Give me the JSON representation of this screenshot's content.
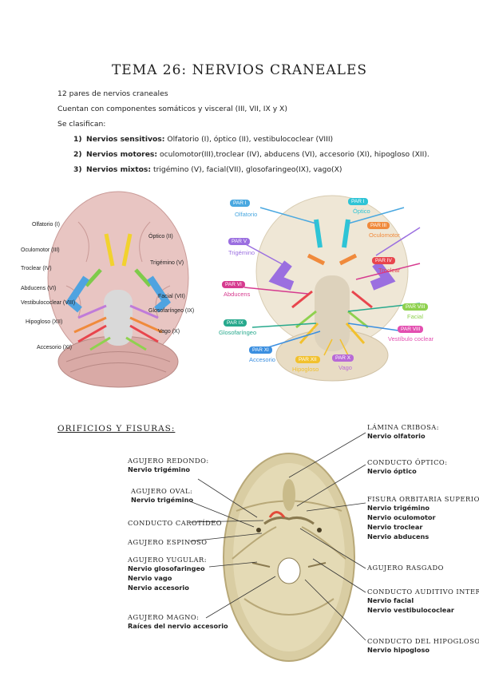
{
  "title": "TEMA 26: NERVIOS CRANEALES",
  "intro": {
    "line1": "12 pares de nervios craneales",
    "line2": "Cuentan con componentes somáticos y visceral (III, VII, IX y X)",
    "line3": "Se clasifican:"
  },
  "classification": [
    {
      "num": "1)",
      "label": "Nervios sensitivos:",
      "text": " Olfatorio (I), óptico (II), vestibulococlear (VIII)"
    },
    {
      "num": "2)",
      "label": "Nervios motores:",
      "text": " oculomotor(III),troclear (IV), abducens (VI), accesorio (XI), hipogloso (XII)."
    },
    {
      "num": "3)",
      "label": "Nervios mixtos:",
      "text": " trigémino (V), facial(VII), glosofaringeo(IX), vago(X)"
    }
  ],
  "left_figure": {
    "labels": {
      "olfatorio": "Olfatorio (I)",
      "optico": "Óptico (II)",
      "oculomotor": "Oculomotor (III)",
      "troclear": "Troclear (IV)",
      "trigemino": "Trigémino (V)",
      "abducens": "Abducens (VI)",
      "vestibulococlear": "Vestibulococlear (VIII)",
      "facial": "Facial (VII)",
      "glosofaringeo": "Glosofaríngeo (IX)",
      "hipogloso": "Hipogloso (XII)",
      "vago": "Vago (X)",
      "accesorio": "Accesorio (XI)"
    }
  },
  "right_figure": {
    "pairs": [
      {
        "key": "p1",
        "pill": "PAR I",
        "name": "Óptico",
        "color": "#2ec4d6"
      },
      {
        "key": "p2",
        "pill": "PAR I",
        "name": "Olfatorio",
        "color": "#4aa8e0"
      },
      {
        "key": "p3",
        "pill": "PAR III",
        "name": "Oculomotor",
        "color": "#f08a3c"
      },
      {
        "key": "p5",
        "pill": "PAR V",
        "name": "Trigémino",
        "color": "#9b6fe0"
      },
      {
        "key": "p4",
        "pill": "PAR IV",
        "name": "Troclear",
        "color": "#e8454d"
      },
      {
        "key": "p6",
        "pill": "PAR VI",
        "name": "Abducens",
        "color": "#d63b8f"
      },
      {
        "key": "p8",
        "pill": "PAR VIII",
        "name": "Facial",
        "color": "#8fd14f"
      },
      {
        "key": "p9",
        "pill": "PAR IX",
        "name": "Glosofaríngeo",
        "color": "#27a98d"
      },
      {
        "key": "p10",
        "pill": "PAR VIII",
        "name": "Vestíbulo coclear",
        "color": "#e34fb0"
      },
      {
        "key": "p11",
        "pill": "PAR XI",
        "name": "Accesorio",
        "color": "#3b8fe0"
      },
      {
        "key": "p12",
        "pill": "PAR XII",
        "name": "Hipogloso",
        "color": "#f2c12e"
      },
      {
        "key": "p13",
        "pill": "PAR X",
        "name": "Vago",
        "color": "#b86ad6"
      }
    ]
  },
  "section_title": "ORIFICIOS Y FISURAS:",
  "skull_labels": {
    "redondo": {
      "h": "AGUJERO REDONDO:",
      "n": [
        "Nervio trigémino"
      ]
    },
    "oval": {
      "h": "AGUJERO OVAL:",
      "n": [
        "Nervio trigémino"
      ]
    },
    "carotideo": {
      "h": "CONDUCTO CAROTÍDEO",
      "n": []
    },
    "espinoso": {
      "h": "AGUJERO ESPINOSO",
      "n": []
    },
    "yugular": {
      "h": "AGUJERO YUGULAR:",
      "n": [
        "Nervio glosofaringeo",
        "Nervio vago",
        "Nervio accesorio"
      ]
    },
    "magno": {
      "h": "AGUJERO MAGNO:",
      "n": [
        "Raíces del nervio accesorio"
      ]
    },
    "cribosa": {
      "h": "LÁMINA CRIBOSA:",
      "n": [
        "Nervio olfatorio"
      ]
    },
    "optico": {
      "h": "CONDUCTO ÓPTICO:",
      "n": [
        "Nervio óptico"
      ]
    },
    "fisura": {
      "h": "FISURA ORBITARIA SUPERIOR:",
      "n": [
        "Nervio trigémino",
        "Nervio oculomotor",
        "Nervio troclear",
        "Nervio abducens"
      ]
    },
    "rasgado": {
      "h": "AGUJERO RASGADO",
      "n": []
    },
    "auditivo": {
      "h": "CONDUCTO AUDITIVO INTERNO:",
      "n": [
        "Nervio facial",
        "Nervio vestibulococlear"
      ]
    },
    "hipogloso": {
      "h": "CONDUCTO DEL HIPOGLOSO:",
      "n": [
        "Nervio hipogloso"
      ]
    }
  }
}
